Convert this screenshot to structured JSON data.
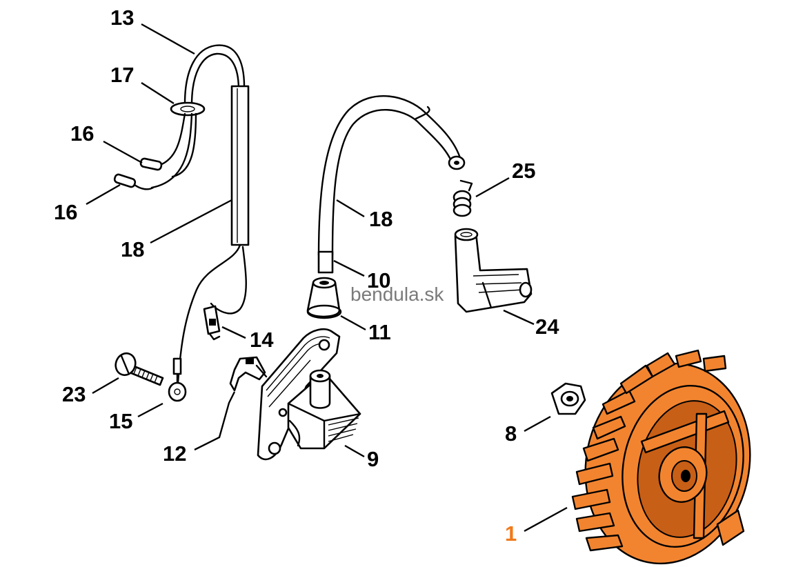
{
  "diagram": {
    "watermark": "bendula.sk",
    "highlight_color": "#f07a1c",
    "callouts": [
      {
        "id": "13",
        "label": "13"
      },
      {
        "id": "17",
        "label": "17"
      },
      {
        "id": "16a",
        "label": "16"
      },
      {
        "id": "16b",
        "label": "16"
      },
      {
        "id": "18a",
        "label": "18"
      },
      {
        "id": "18b",
        "label": "18"
      },
      {
        "id": "10",
        "label": "10"
      },
      {
        "id": "11",
        "label": "11"
      },
      {
        "id": "14",
        "label": "14"
      },
      {
        "id": "23",
        "label": "23"
      },
      {
        "id": "15",
        "label": "15"
      },
      {
        "id": "12",
        "label": "12"
      },
      {
        "id": "9",
        "label": "9"
      },
      {
        "id": "25",
        "label": "25"
      },
      {
        "id": "24",
        "label": "24"
      },
      {
        "id": "8",
        "label": "8"
      },
      {
        "id": "1",
        "label": "1",
        "highlighted": true
      }
    ],
    "parts": {
      "flywheel": {
        "name": "flywheel",
        "color": "#f2842f"
      }
    }
  }
}
